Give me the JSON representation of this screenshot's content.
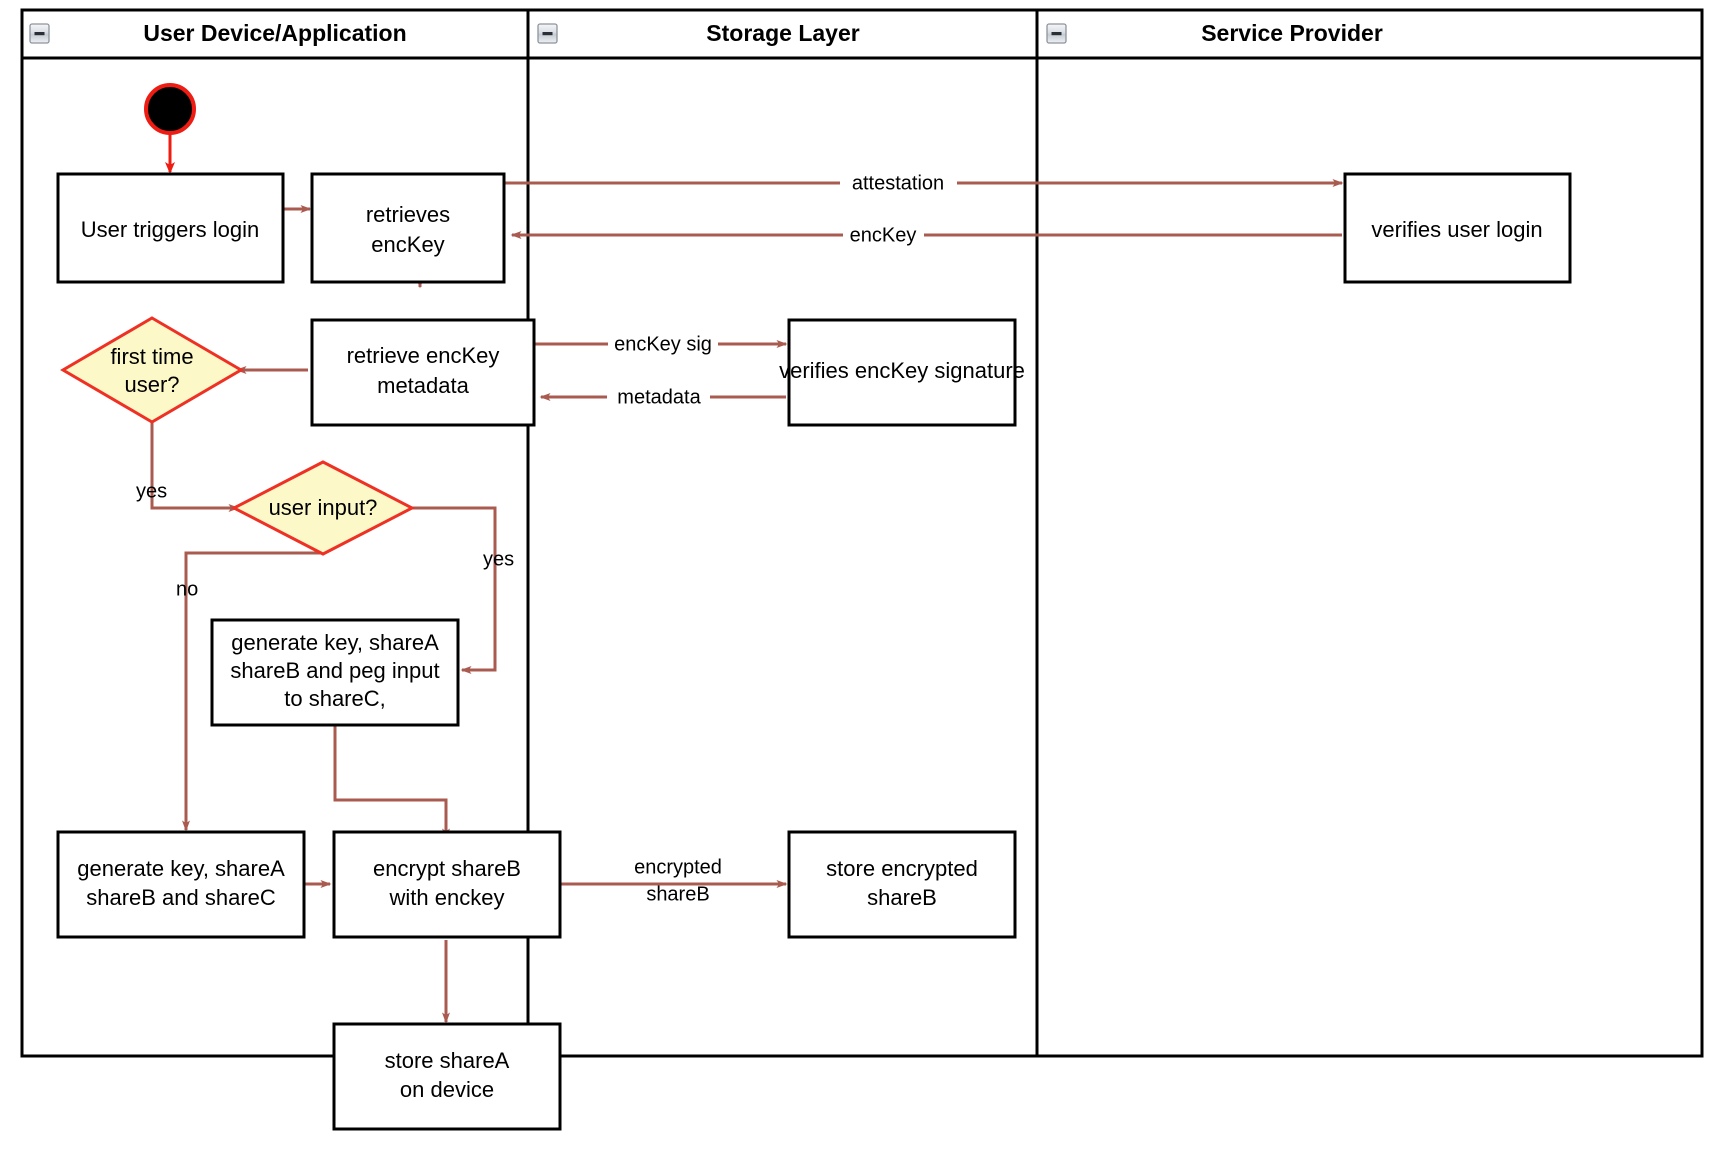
{
  "diagram": {
    "type": "uml-activity-swimlane",
    "background": "#ffffff",
    "colors": {
      "node_border": "#000000",
      "node_fill": "#ffffff",
      "decision_fill": "#fdf8c8",
      "decision_border": "#ee3124",
      "flow_arrow": "#a95b50",
      "start_arrow": "#ee1c12",
      "start_node_fill": "#000000",
      "start_node_border": "#ee1c12",
      "frame": "#000000"
    }
  },
  "lanes": [
    {
      "id": "user-device",
      "title": "User Device/Application",
      "collapse_icon": "minus-collapse-icon"
    },
    {
      "id": "storage-layer",
      "title": "Storage Layer",
      "collapse_icon": "minus-collapse-icon"
    },
    {
      "id": "service-provider",
      "title": "Service Provider",
      "collapse_icon": "minus-collapse-icon"
    }
  ],
  "nodes": {
    "start": {
      "kind": "initial-node",
      "label": ""
    },
    "user_triggers_login": {
      "kind": "action",
      "lines": [
        "User triggers login"
      ]
    },
    "retrieves_enckey": {
      "kind": "action",
      "lines": [
        "retrieves",
        "encKey"
      ]
    },
    "retrieve_enckey_metadata": {
      "kind": "action",
      "lines": [
        "retrieve encKey",
        "metadata"
      ]
    },
    "first_time_user": {
      "kind": "decision",
      "lines": [
        "first time",
        "user?"
      ]
    },
    "user_input": {
      "kind": "decision",
      "lines": [
        "user input?"
      ]
    },
    "generate_key_peg": {
      "kind": "action",
      "lines": [
        "generate key, shareA",
        "shareB and peg input",
        "to shareC,"
      ]
    },
    "generate_key_shares": {
      "kind": "action",
      "lines": [
        "generate key, shareA",
        "shareB and shareC"
      ]
    },
    "encrypt_shareb": {
      "kind": "action",
      "lines": [
        "encrypt shareB",
        "with enckey"
      ]
    },
    "store_sharea": {
      "kind": "action",
      "lines": [
        "store shareA",
        "on device"
      ]
    },
    "verifies_enckey_signature": {
      "kind": "action",
      "lines": [
        "verifies encKey signature"
      ]
    },
    "store_encrypted_shareb": {
      "kind": "action",
      "lines": [
        "store encrypted",
        "shareB"
      ]
    },
    "verifies_user_login": {
      "kind": "action",
      "lines": [
        "verifies user login"
      ]
    }
  },
  "edge_labels": {
    "attestation": "attestation",
    "enckey": "encKey",
    "enckey_sig": "encKey sig",
    "metadata": "metadata",
    "encrypted_shareb_line1": "encrypted",
    "encrypted_shareb_line2": "shareB",
    "yes_first_time": "yes",
    "yes_user_input": "yes",
    "no_user_input": "no"
  }
}
